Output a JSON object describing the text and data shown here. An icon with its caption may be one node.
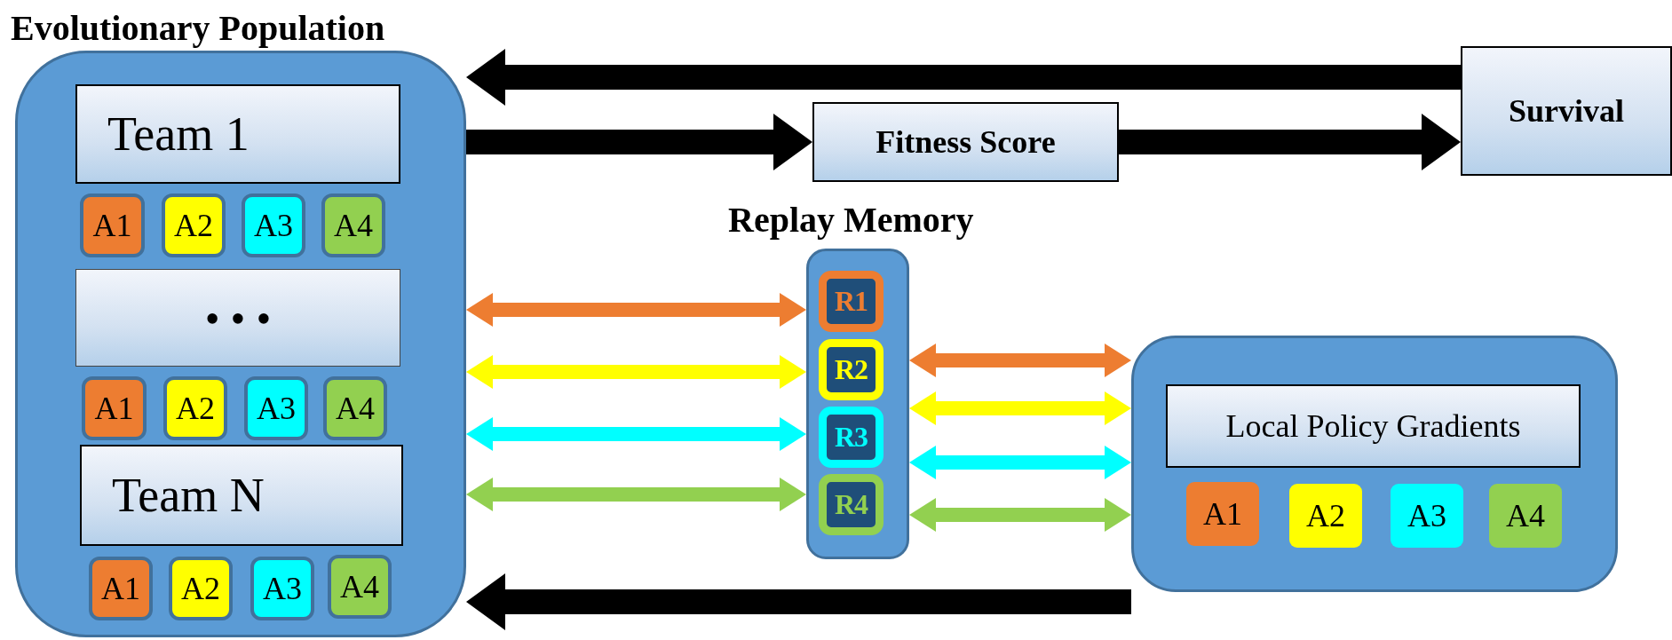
{
  "diagram": {
    "nodes": [
      {
        "text": [
          "Evolutionary Population"
        ]
      },
      {
        "text": [
          "Team 1"
        ],
        "in": 0
      },
      {
        "text": [
          "A1"
        ],
        "in": 0
      },
      {
        "text": [
          "A2"
        ],
        "in": 0
      },
      {
        "text": [
          "A3"
        ],
        "in": 0
      },
      {
        "text": [
          "A4"
        ],
        "in": 0
      },
      {
        "text": [
          "• • •"
        ],
        "in": 0
      },
      {
        "text": [
          "A1"
        ],
        "in": 0
      },
      {
        "text": [
          "A2"
        ],
        "in": 0
      },
      {
        "text": [
          "A3"
        ],
        "in": 0
      },
      {
        "text": [
          "A4"
        ],
        "in": 0
      },
      {
        "text": [
          "Team N"
        ],
        "in": 0
      },
      {
        "text": [
          "A1"
        ],
        "in": 0
      },
      {
        "text": [
          "A2"
        ],
        "in": 0
      },
      {
        "text": [
          "A3"
        ],
        "in": 0
      },
      {
        "text": [
          "A4"
        ],
        "in": 0
      },
      {
        "text": [
          "Fitness Score"
        ]
      },
      {
        "text": [
          "Survival"
        ]
      },
      {
        "text": [
          "Replay Memory"
        ]
      },
      {
        "text": [
          "R1"
        ],
        "in": 18
      },
      {
        "text": [
          "R2"
        ],
        "in": 18
      },
      {
        "text": [
          "R3"
        ],
        "in": 18
      },
      {
        "text": [
          "R4"
        ],
        "in": 18
      },
      {
        "text": [],
        "shape": "box"
      },
      {
        "text": [
          "Local Policy Gradients"
        ],
        "in": 23
      },
      {
        "text": [
          "A1"
        ],
        "in": 23
      },
      {
        "text": [
          "A2"
        ],
        "in": 23
      },
      {
        "text": [
          "A3"
        ],
        "in": 23
      },
      {
        "text": [
          "A4"
        ],
        "in": 23
      }
    ],
    "edges": [
      {
        "from": 17,
        "to": 0,
        "arrow": "to",
        "color": "#000000"
      },
      {
        "from": 0,
        "to": 16,
        "arrow": "to",
        "color": "#000000"
      },
      {
        "from": 16,
        "to": 17,
        "arrow": "to",
        "color": "#000000"
      },
      {
        "from": 0,
        "to": 18,
        "arrow": "both",
        "color": "#ed7d31"
      },
      {
        "from": 0,
        "to": 18,
        "arrow": "both",
        "color": "#ffff00"
      },
      {
        "from": 0,
        "to": 18,
        "arrow": "both",
        "color": "#00ffff"
      },
      {
        "from": 0,
        "to": 18,
        "arrow": "both",
        "color": "#92d050"
      },
      {
        "from": 18,
        "to": 23,
        "arrow": "both",
        "color": "#ed7d31"
      },
      {
        "from": 18,
        "to": 23,
        "arrow": "both",
        "color": "#ffff00"
      },
      {
        "from": 18,
        "to": 23,
        "arrow": "both",
        "color": "#00ffff"
      },
      {
        "from": 18,
        "to": 23,
        "arrow": "both",
        "color": "#92d050"
      },
      {
        "from": 23,
        "to": 0,
        "arrow": "to",
        "color": "#000000"
      }
    ]
  }
}
